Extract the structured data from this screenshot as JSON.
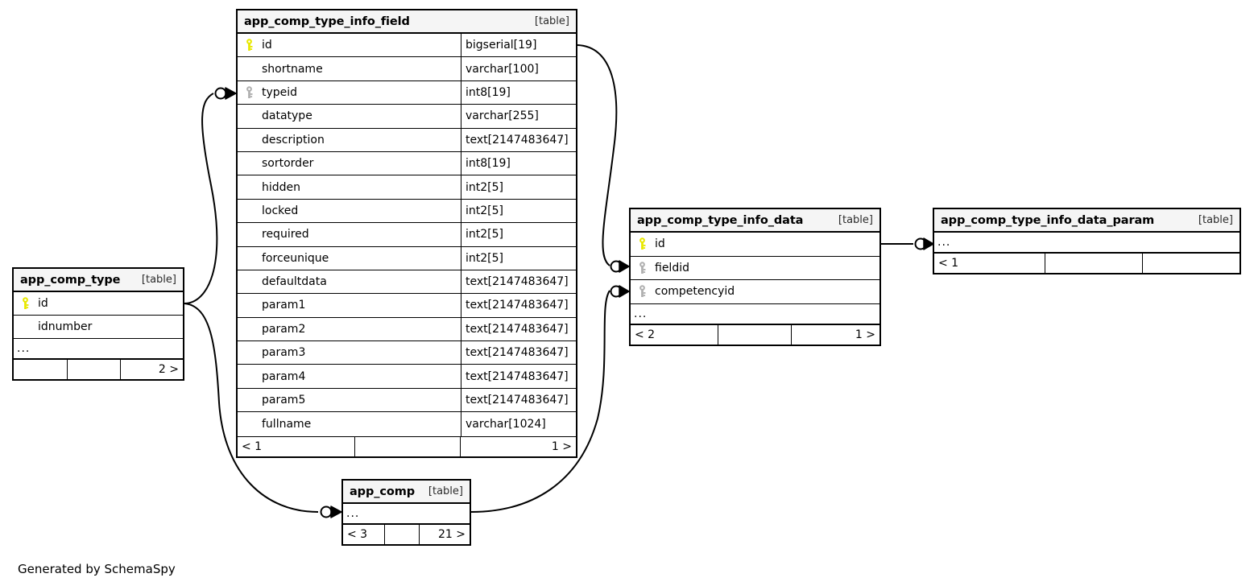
{
  "diagram": {
    "type": "entity-relationship-diagram",
    "generator_credit": "Generated by SchemaSpy",
    "kind_label": "[table]",
    "ellipsis": "...",
    "colors": {
      "background": "#ffffff",
      "header_fill": "#f5f5f5",
      "border": "#000000",
      "primary_key_icon": "#e8e800",
      "foreign_key_icon": "#b0b0b0",
      "edge": "#000000"
    }
  },
  "tables": {
    "app_comp_type_info_field": {
      "title": "app_comp_type_info_field",
      "kind": "[table]",
      "columns": [
        {
          "key": "primary",
          "name": "id",
          "type": "bigserial[19]"
        },
        {
          "key": "none",
          "name": "shortname",
          "type": "varchar[100]"
        },
        {
          "key": "foreign",
          "name": "typeid",
          "type": "int8[19]"
        },
        {
          "key": "none",
          "name": "datatype",
          "type": "varchar[255]"
        },
        {
          "key": "none",
          "name": "description",
          "type": "text[2147483647]"
        },
        {
          "key": "none",
          "name": "sortorder",
          "type": "int8[19]"
        },
        {
          "key": "none",
          "name": "hidden",
          "type": "int2[5]"
        },
        {
          "key": "none",
          "name": "locked",
          "type": "int2[5]"
        },
        {
          "key": "none",
          "name": "required",
          "type": "int2[5]"
        },
        {
          "key": "none",
          "name": "forceunique",
          "type": "int2[5]"
        },
        {
          "key": "none",
          "name": "defaultdata",
          "type": "text[2147483647]"
        },
        {
          "key": "none",
          "name": "param1",
          "type": "text[2147483647]"
        },
        {
          "key": "none",
          "name": "param2",
          "type": "text[2147483647]"
        },
        {
          "key": "none",
          "name": "param3",
          "type": "text[2147483647]"
        },
        {
          "key": "none",
          "name": "param4",
          "type": "text[2147483647]"
        },
        {
          "key": "none",
          "name": "param5",
          "type": "text[2147483647]"
        },
        {
          "key": "none",
          "name": "fullname",
          "type": "varchar[1024]"
        }
      ],
      "has_ellipsis_row": false,
      "footer": [
        "< 1",
        "",
        "1 >"
      ]
    },
    "app_comp_type": {
      "title": "app_comp_type",
      "kind": "[table]",
      "columns": [
        {
          "key": "primary",
          "name": "id",
          "type": ""
        },
        {
          "key": "none",
          "name": "idnumber",
          "type": ""
        }
      ],
      "has_ellipsis_row": true,
      "footer": [
        "",
        "",
        "2 >"
      ]
    },
    "app_comp_type_info_data": {
      "title": "app_comp_type_info_data",
      "kind": "[table]",
      "columns": [
        {
          "key": "primary",
          "name": "id",
          "type": ""
        },
        {
          "key": "foreign",
          "name": "fieldid",
          "type": ""
        },
        {
          "key": "foreign",
          "name": "competencyid",
          "type": ""
        }
      ],
      "has_ellipsis_row": true,
      "footer": [
        "< 2",
        "",
        "1 >"
      ]
    },
    "app_comp_type_info_data_param": {
      "title": "app_comp_type_info_data_param",
      "kind": "[table]",
      "columns": [],
      "has_ellipsis_row": true,
      "footer": [
        "< 1",
        "",
        ""
      ]
    },
    "app_comp": {
      "title": "app_comp",
      "kind": "[table]",
      "columns": [],
      "has_ellipsis_row": true,
      "footer": [
        "< 3",
        "",
        "21 >"
      ]
    }
  },
  "relationships": [
    {
      "from": "app_comp_type.id",
      "to": "app_comp_type_info_field.typeid"
    },
    {
      "from": "app_comp_type.id",
      "to": "app_comp"
    },
    {
      "from": "app_comp_type_info_field.id",
      "to": "app_comp_type_info_data.fieldid"
    },
    {
      "from": "app_comp",
      "to": "app_comp_type_info_data.competencyid"
    },
    {
      "from": "app_comp_type_info_data.id",
      "to": "app_comp_type_info_data_param"
    }
  ]
}
